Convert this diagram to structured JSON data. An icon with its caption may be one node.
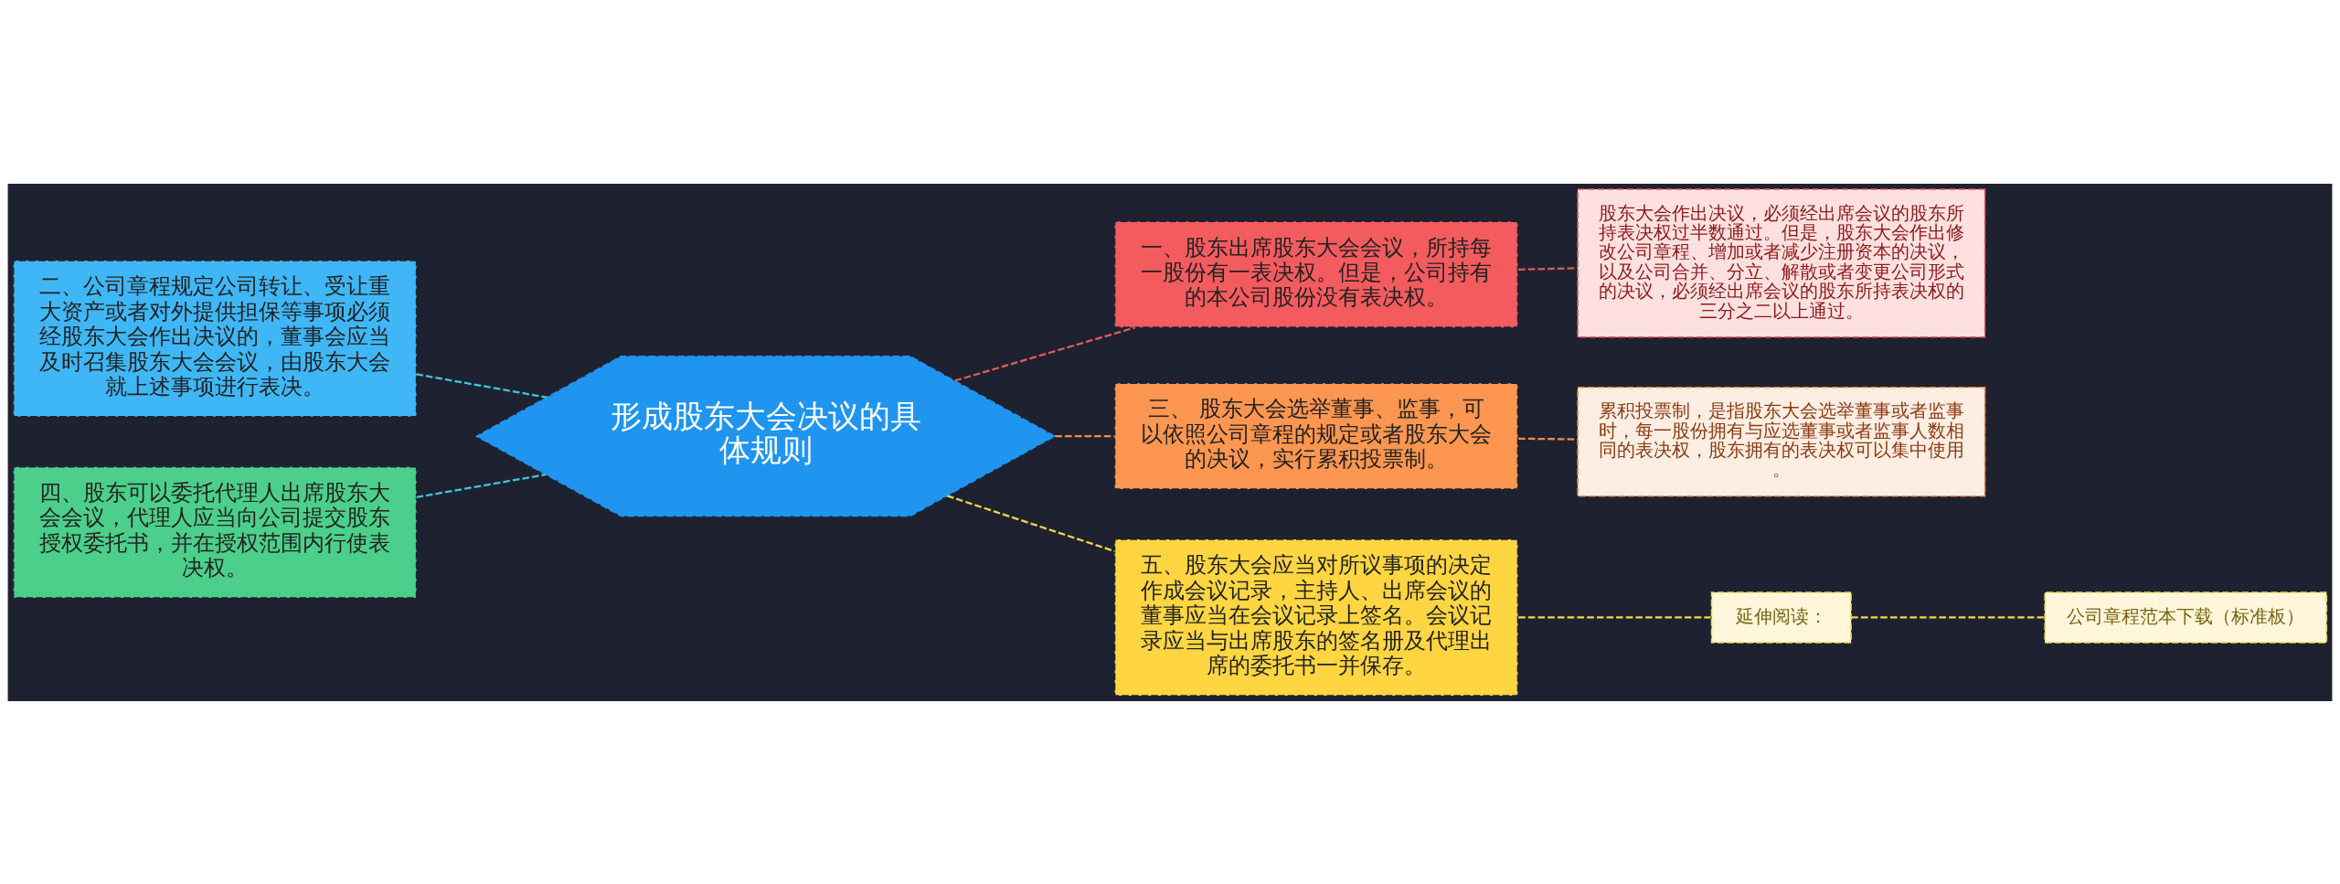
{
  "diagram": {
    "nodes": [
      {
        "text": [
          "形成股东大会决议的具体规则"
        ]
      },
      {
        "text": [
          "二、公司章程规定公司转让、受让重大资产或者对外提供担保等事项必须经股东大会作出决议的，董事会应当及时召集股东大会会议，由股东大会就上述事项进行表决。"
        ]
      },
      {
        "text": [
          "四、股东可以委托代理人出席股东大会会议，代理人应当向公司提交股东授权委托书，并在授权范围内行使表决权。"
        ]
      },
      {
        "text": [
          "一、股东出席股东大会会议，所持每一股份有一表决权。但是，公司持有的本公司股份没有表决权。"
        ]
      },
      {
        "text": [
          "股东大会作出决议，必须经出席会议的股东所持表决权过半数通过。但是，股东大会作出修改公司章程、增加或者减少注册资本的决议，以及公司合并、分立、解散或者变更公司形式的决议，必须经出席会议的股东所持表决权的三分之二以上通过。"
        ]
      },
      {
        "text": [
          "三、 股东大会选举董事、监事，可以依照公司章程的规定或者股东大会的决议，实行累积投票制。"
        ]
      },
      {
        "text": [
          "累积投票制，是指股东大会选举董事或者监事时，每一股份拥有与应选董事或者监事人数相同的表决权，股东拥有的表决权可以集中使用。"
        ]
      },
      {
        "text": [
          "五、股东大会应当对所议事项的决定作成会议记录，主持人、出席会议的董事应当在会议记录上签名。会议记录应当与出席股东的签名册及代理出席的委托书一并保存。"
        ]
      },
      {
        "text": [
          "延伸阅读："
        ]
      },
      {
        "text": [
          "公司章程范本下载（标准板）"
        ]
      }
    ],
    "edges": [
      {
        "from": 1,
        "to": 0,
        "arrow": "none",
        "style": "dashed",
        "color": "#3ec7d9"
      },
      {
        "from": 2,
        "to": 0,
        "arrow": "none",
        "style": "dashed",
        "color": "#3ec7d9"
      },
      {
        "from": 0,
        "to": 3,
        "arrow": "none",
        "style": "dashed",
        "color": "#e25a5e"
      },
      {
        "from": 0,
        "to": 5,
        "arrow": "none",
        "style": "dashed",
        "color": "#f08a4b"
      },
      {
        "from": 0,
        "to": 7,
        "arrow": "none",
        "style": "dashed",
        "color": "#f5d547"
      },
      {
        "from": 3,
        "to": 4,
        "arrow": "none",
        "style": "dashed",
        "color": "#e25a5e"
      },
      {
        "from": 5,
        "to": 6,
        "arrow": "none",
        "style": "dashed",
        "color": "#f08a4b"
      },
      {
        "from": 7,
        "to": 8,
        "arrow": "none",
        "style": "dashed",
        "color": "#f5d547"
      },
      {
        "from": 8,
        "to": 9,
        "arrow": "none",
        "style": "dashed",
        "color": "#f5d547"
      }
    ]
  }
}
